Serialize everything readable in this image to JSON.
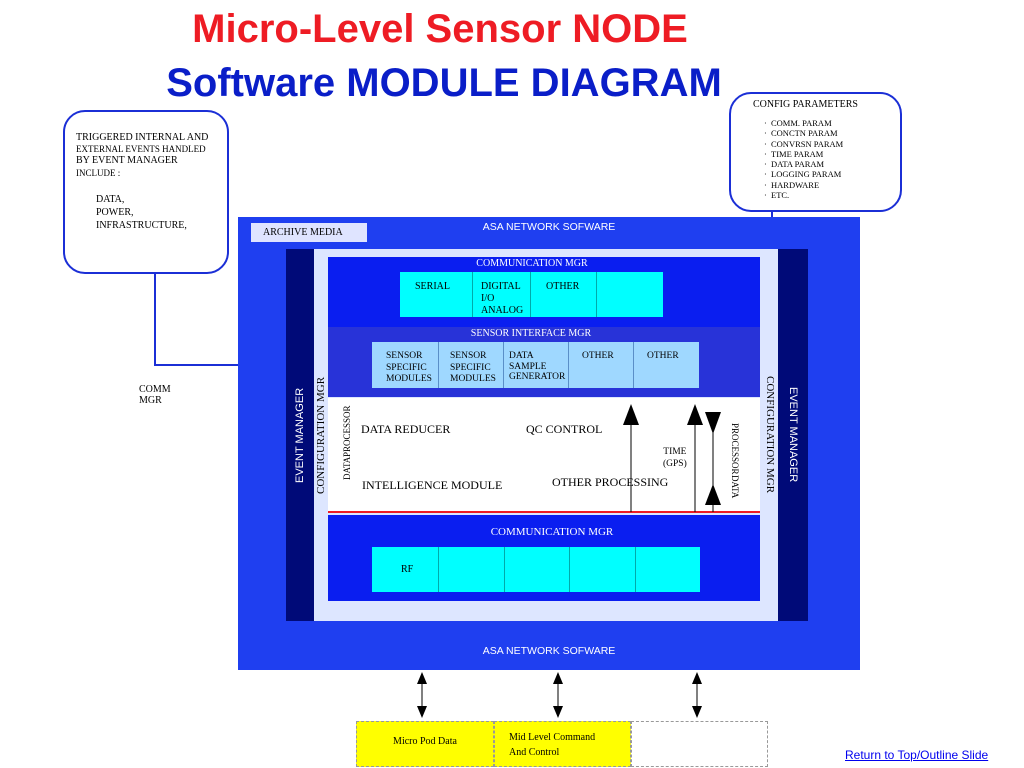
{
  "title_line1": "Micro-Level Sensor NODE",
  "title_line2": "Software MODULE DIAGRAM",
  "config_bubble": {
    "title": "CONFIG PARAMETERS",
    "items": [
      "COMM. PARAM",
      "CONCTN PARAM",
      "CONVRSN PARAM",
      "TIME PARAM",
      "DATA PARAM",
      "LOGGING PARAM",
      "HARDWARE",
      "ETC."
    ],
    "bullet": "·"
  },
  "events_bubble": {
    "line1": "TRIGGERED INTERNAL AND",
    "line2": "EXTERNAL EVENTS HANDLED",
    "line3": "BY EVENT MANAGER",
    "line4": "INCLUDE  :",
    "item1": "DATA,",
    "item2": "POWER,",
    "item3": "INFRASTRUCTURE,"
  },
  "comm_mgr_side": {
    "line1": "COMM",
    "line2": "MGR"
  },
  "diagram": {
    "network_top": "ASA NETWORK SOFWARE",
    "network_bottom": "ASA NETWORK SOFWARE",
    "archive": "ARCHIVE MEDIA",
    "event_manager_left": "EVENT MANAGER",
    "event_manager_right": "EVENT MANAGER",
    "config_mgr_left": "CONFIGURATION MGR",
    "config_mgr_right": "CONFIGURATION MGR",
    "comm_top": {
      "title": "COMMUNICATION MGR",
      "serial": "SERIAL",
      "digital1": "DIGITAL",
      "digital2": "I/O",
      "digital3": "ANALOG",
      "other": "OTHER"
    },
    "sensor_if": {
      "title": "SENSOR INTERFACE MGR",
      "m1a": "SENSOR",
      "m1b": "SPECIFIC",
      "m1c": "MODULES",
      "m2a": "SENSOR",
      "m2b": "SPECIFIC",
      "m2c": "MODULES",
      "gen1": "DATA",
      "gen2": "SAMPLE",
      "gen3": "GENERATOR",
      "other1": "OTHER",
      "other2": "OTHER"
    },
    "processor": {
      "data_processor_left1": "DATA",
      "data_processor_left2": "PROCESSOR",
      "data_reducer": "DATA REDUCER",
      "qc_control": "QC CONTROL",
      "intelligence": "INTELLIGENCE MODULE",
      "other_processing": "OTHER PROCESSING",
      "time1": "TIME",
      "time2": "(GPS)",
      "data_processor_right1": "DATA",
      "data_processor_right2": "PROCESSOR"
    },
    "comm_bottom": {
      "title": "COMMUNICATION MGR",
      "rf": "RF"
    }
  },
  "bottom_boxes": {
    "micro_pod": "Micro Pod Data",
    "mid_level1": "Mid Level Command",
    "mid_level2": "And Control"
  },
  "return_link": "Return to Top/Outline Slide",
  "colors": {
    "title_red": "#ee1c24",
    "title_blue": "#0a1ec8",
    "outer_blue": "#1f3ff0",
    "navy": "#000a78",
    "cyan": "#00ffff",
    "yellow": "#ffff00"
  }
}
